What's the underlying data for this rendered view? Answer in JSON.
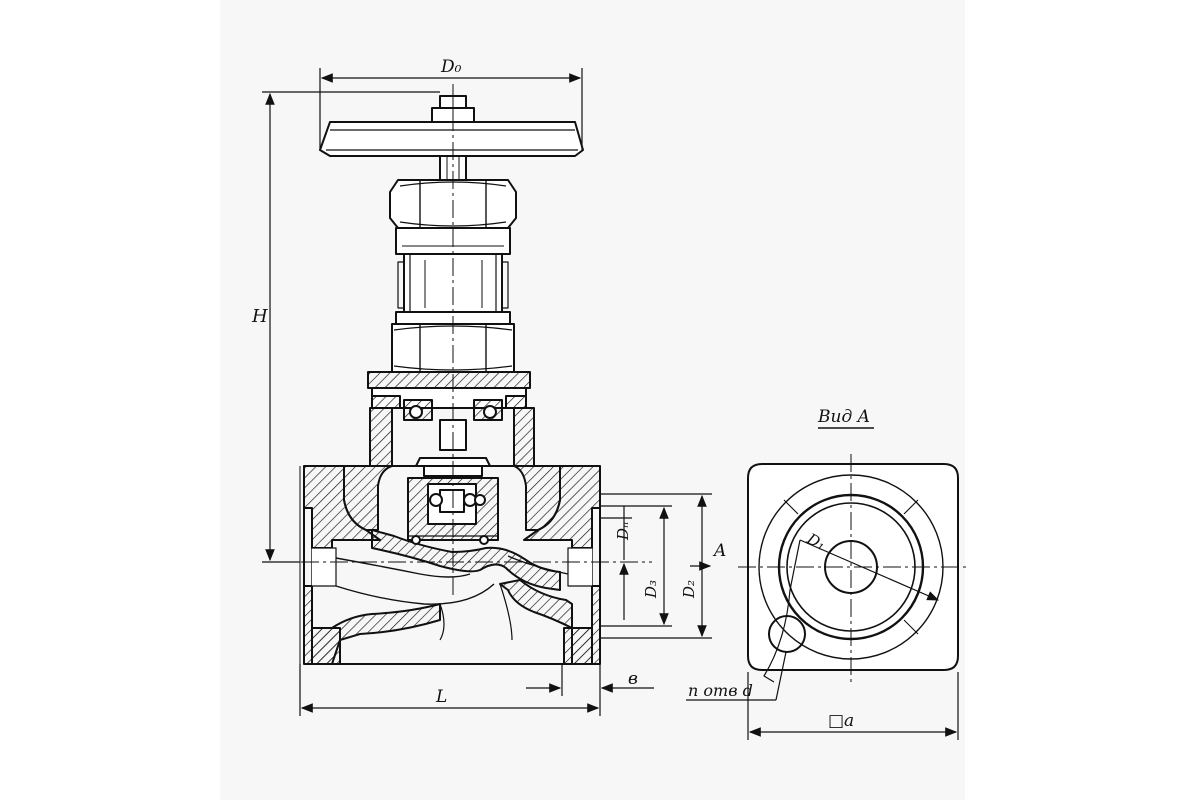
{
  "labels": {
    "d0": "D₀",
    "h": "H",
    "dn": "Dₙ",
    "d3": "D₃",
    "d2": "D₂",
    "a": "A",
    "b": "в",
    "l": "L",
    "view_a": "Вид A",
    "d1": "D₁",
    "holes": "n отв d",
    "square": "□a"
  },
  "colors": {
    "line": "#111111",
    "paper": "#f7f7f7",
    "background": "#ffffff"
  }
}
